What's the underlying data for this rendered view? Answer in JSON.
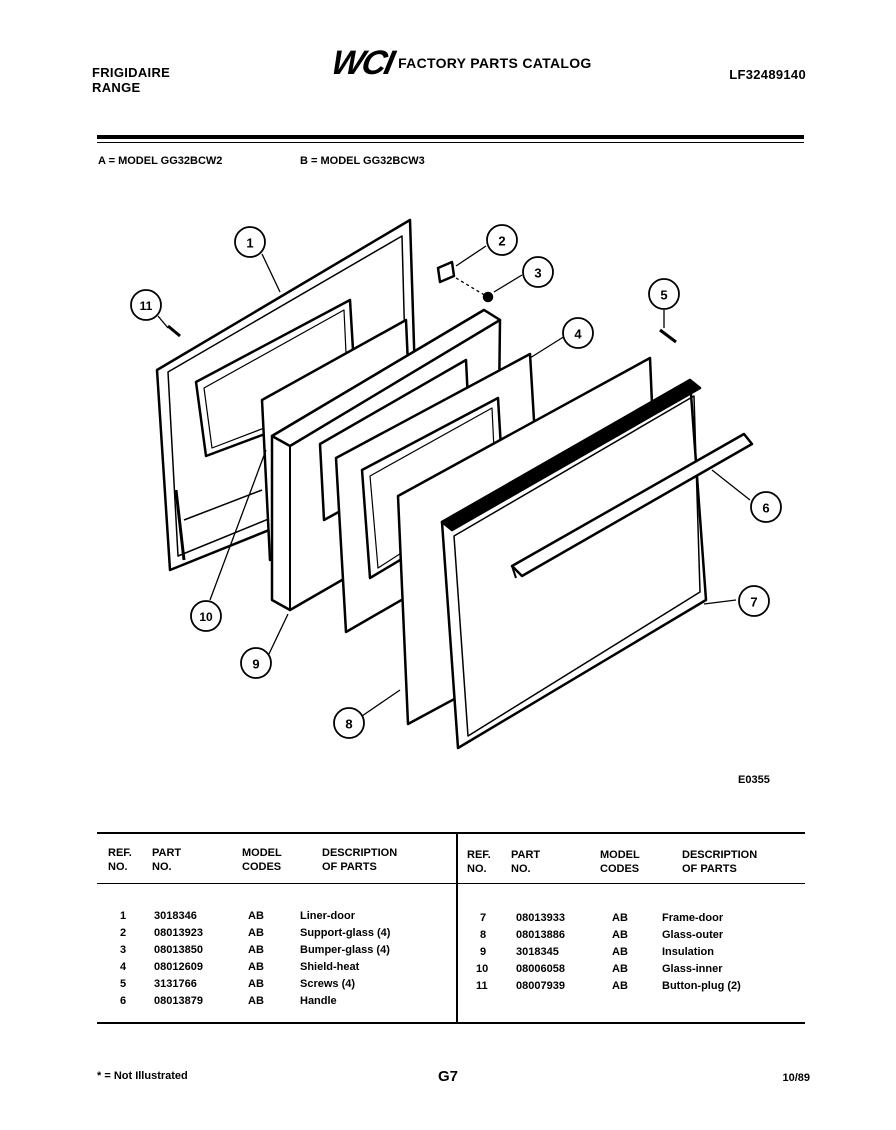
{
  "header": {
    "brand_line1": "FRIGIDAIRE",
    "brand_line2": "RANGE",
    "logo": "WCI",
    "catalog_title": "FACTORY PARTS CATALOG",
    "doc_id": "LF32489140"
  },
  "models": {
    "a": "A = MODEL GG32BCW2",
    "b": "B = MODEL GG32BCW3"
  },
  "diagram": {
    "callouts": [
      "1",
      "2",
      "3",
      "4",
      "5",
      "6",
      "7",
      "8",
      "9",
      "10",
      "11"
    ],
    "figure_id": "E0355"
  },
  "table": {
    "headers": {
      "ref_no": [
        "REF.",
        "NO."
      ],
      "part_no": [
        "PART",
        "NO."
      ],
      "model_codes": [
        "MODEL",
        "CODES"
      ],
      "description": [
        "DESCRIPTION",
        "OF PARTS"
      ]
    },
    "left_rows": [
      {
        "ref": "1",
        "part": "3018346",
        "codes": "AB",
        "desc": "Liner-door"
      },
      {
        "ref": "2",
        "part": "08013923",
        "codes": "AB",
        "desc": "Support-glass (4)"
      },
      {
        "ref": "3",
        "part": "08013850",
        "codes": "AB",
        "desc": "Bumper-glass (4)"
      },
      {
        "ref": "4",
        "part": "08012609",
        "codes": "AB",
        "desc": "Shield-heat"
      },
      {
        "ref": "5",
        "part": "3131766",
        "codes": "AB",
        "desc": "Screws (4)"
      },
      {
        "ref": "6",
        "part": "08013879",
        "codes": "AB",
        "desc": "Handle"
      }
    ],
    "right_rows": [
      {
        "ref": "7",
        "part": "08013933",
        "codes": "AB",
        "desc": "Frame-door"
      },
      {
        "ref": "8",
        "part": "08013886",
        "codes": "AB",
        "desc": "Glass-outer"
      },
      {
        "ref": "9",
        "part": "3018345",
        "codes": "AB",
        "desc": "Insulation"
      },
      {
        "ref": "10",
        "part": "08006058",
        "codes": "AB",
        "desc": "Glass-inner"
      },
      {
        "ref": "11",
        "part": "08007939",
        "codes": "AB",
        "desc": "Button-plug (2)"
      }
    ]
  },
  "footer": {
    "note": "* = Not Illustrated",
    "page": "G7",
    "date": "10/89"
  }
}
